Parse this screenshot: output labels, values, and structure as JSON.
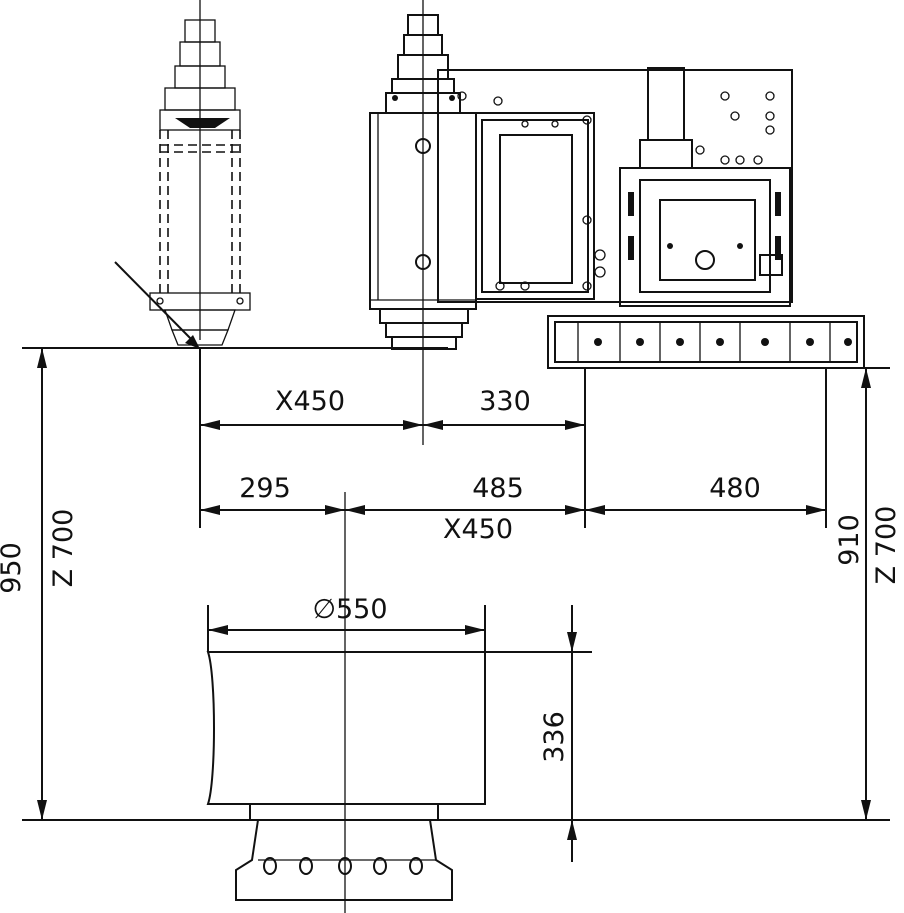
{
  "dimensions": {
    "x450_top": "X450",
    "d330": "330",
    "d295": "295",
    "d485": "485",
    "d480": "480",
    "x450_bottom": "X450",
    "d950": "950",
    "z700_left": "Z 700",
    "d910": "910",
    "z700_right": "Z 700",
    "diameter": "∅550",
    "d336": "336"
  }
}
